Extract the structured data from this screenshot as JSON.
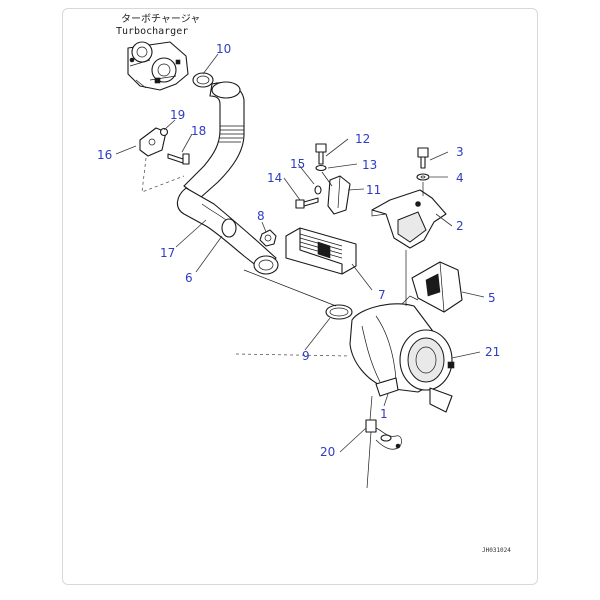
{
  "turbo_label_jp": "ターボチャージャ",
  "turbo_label_en": "Turbocharger",
  "drawing_code": "JH031024",
  "callouts": {
    "c1": "1",
    "c2": "2",
    "c3": "3",
    "c4": "4",
    "c5": "5",
    "c6": "6",
    "c7": "7",
    "c8": "8",
    "c9": "9",
    "c10": "10",
    "c11": "11",
    "c12": "12",
    "c13": "13",
    "c14": "14",
    "c15": "15",
    "c16": "16",
    "c17": "17",
    "c18": "18",
    "c19": "19",
    "c20": "20",
    "c21": "21"
  }
}
